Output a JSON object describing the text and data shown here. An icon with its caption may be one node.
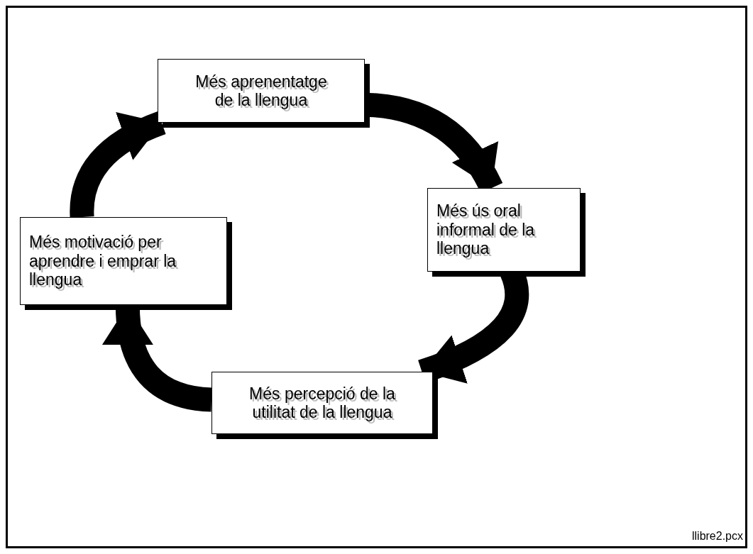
{
  "diagram": {
    "nodes": [
      {
        "text": [
          "Més aprenentatge de la llengua"
        ]
      },
      {
        "text": [
          "Més ús oral informal de la llengua"
        ]
      },
      {
        "text": [
          "Més percepció de la utilitat de la llengua"
        ]
      },
      {
        "text": [
          "Més motivació per aprendre i emprar la llengua"
        ]
      }
    ],
    "edges": [
      {
        "from": 0,
        "to": 1,
        "arrow": "to"
      },
      {
        "from": 1,
        "to": 2,
        "arrow": "to"
      },
      {
        "from": 2,
        "to": 3,
        "arrow": "to"
      },
      {
        "from": 3,
        "to": 0,
        "arrow": "to"
      }
    ],
    "labels": [
      "llibre2.pcx"
    ]
  }
}
